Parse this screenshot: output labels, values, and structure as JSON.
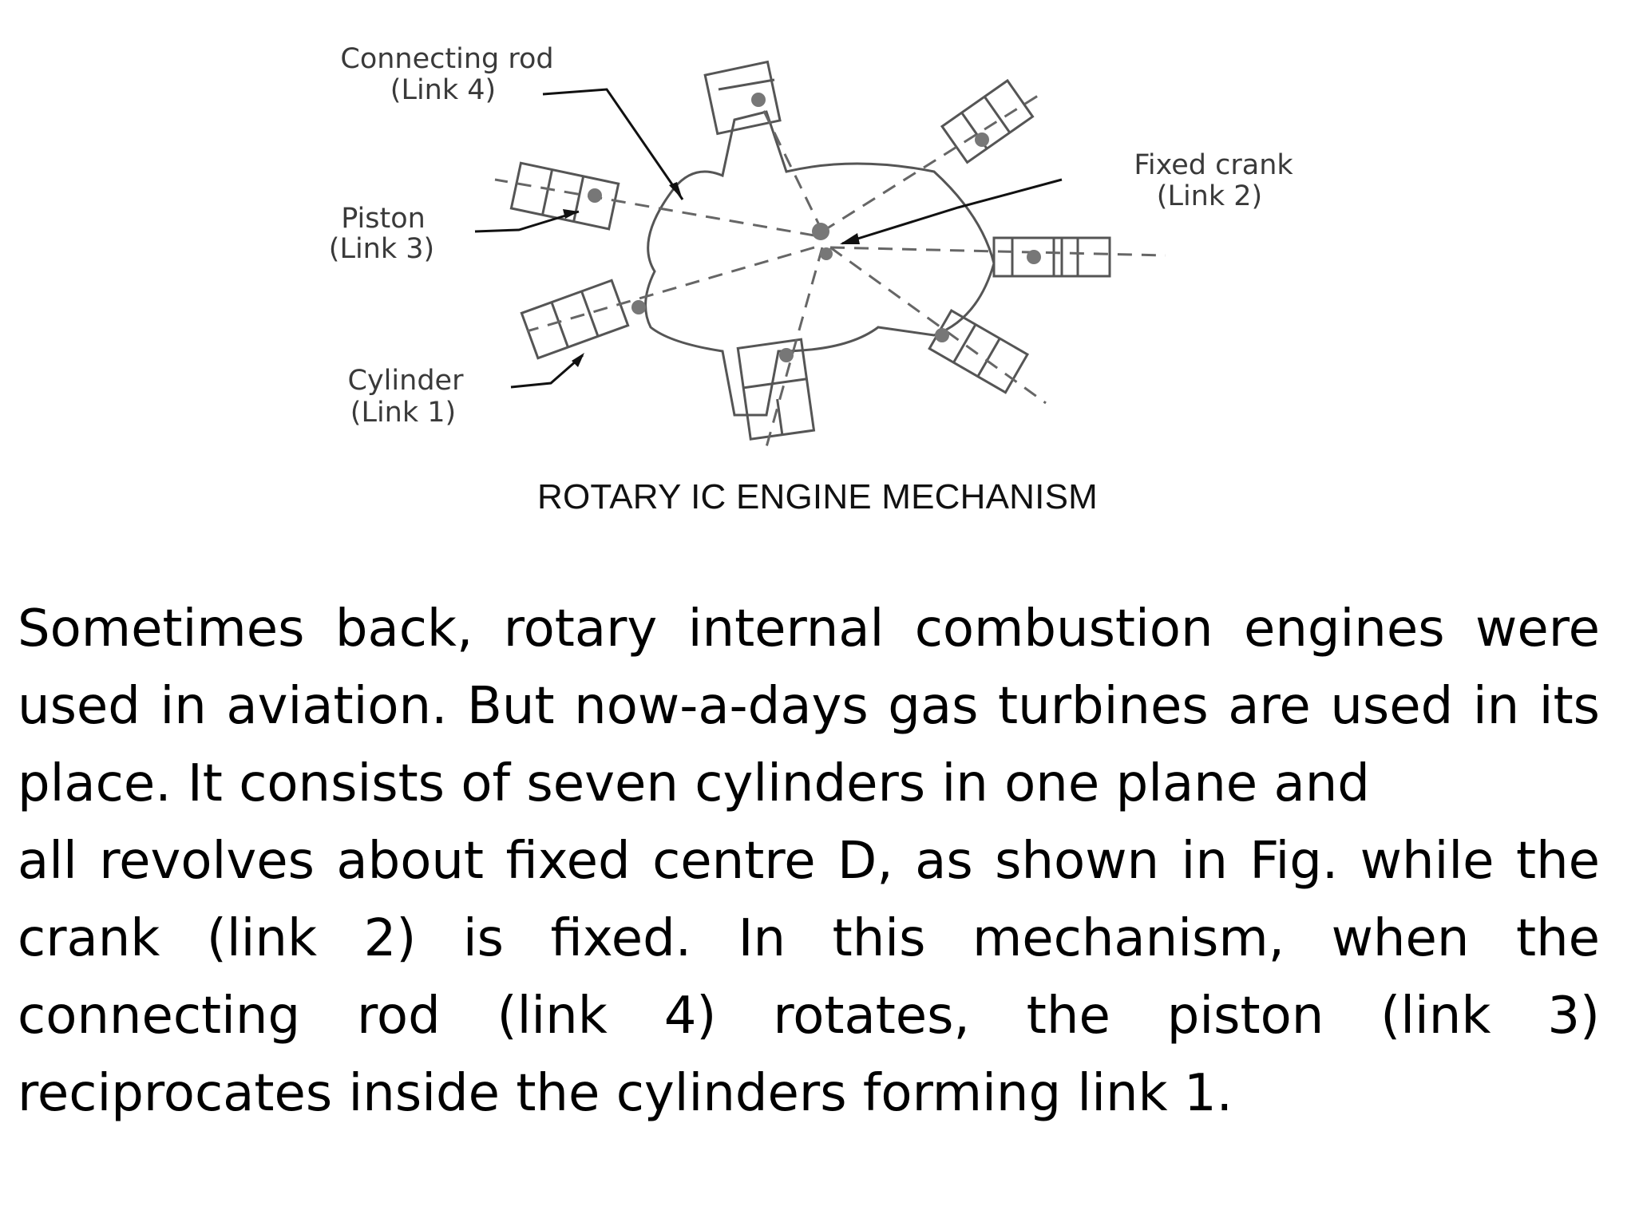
{
  "diagram": {
    "labels": {
      "connecting_rod": "Connecting rod",
      "connecting_rod_link": "(Link 4)",
      "piston": "Piston",
      "piston_link": "(Link 3)",
      "cylinder": "Cylinder",
      "cylinder_link": "(Link 1)",
      "fixed_crank": "Fixed crank",
      "fixed_crank_link": "(Link 2)"
    },
    "caption": "ROTARY IC ENGINE MECHANISM"
  },
  "paragraph": {
    "lines": [
      "Sometimes back, rotary internal combustion engines were",
      "used in aviation. But now-a-days gas turbines are used in its",
      "place. It consists of seven cylinders in one plane and",
      "all revolves about fixed centre D, as shown in Fig. while the",
      "crank (link 2) is fixed. In this mechanism, when the",
      "connecting rod (link 4) rotates, the piston (link 3)",
      "reciprocates inside the cylinders forming link 1."
    ]
  }
}
